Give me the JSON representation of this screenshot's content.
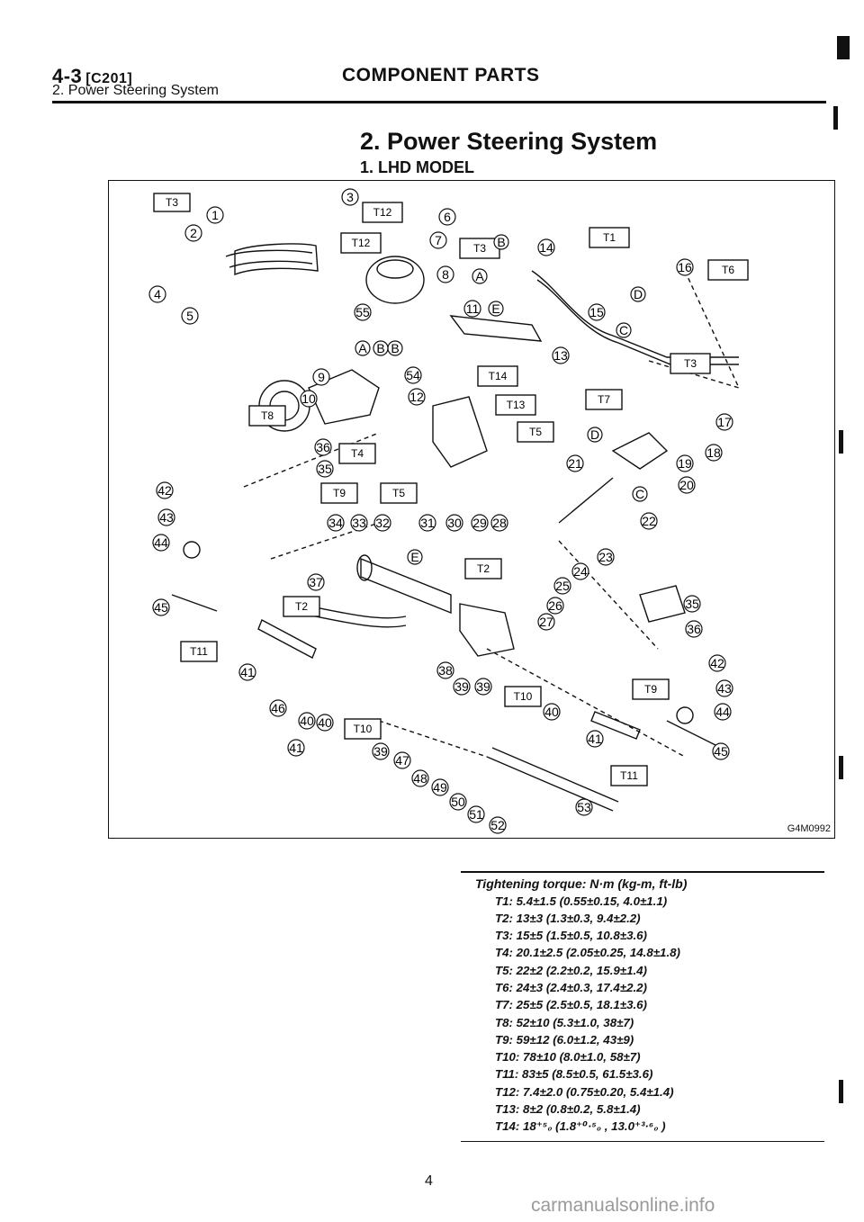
{
  "header": {
    "section": "4-3",
    "code": "[C201]",
    "title": "COMPONENT PARTS",
    "subtitle": "2. Power Steering System"
  },
  "main_title": "2. Power Steering System",
  "model_title": "1. LHD MODEL",
  "diagram": {
    "code": "G4M0992",
    "torque_boxes": [
      {
        "label": "T3"
      },
      {
        "label": "T12"
      },
      {
        "label": "T12"
      },
      {
        "label": "T3"
      },
      {
        "label": "T1"
      },
      {
        "label": "T6"
      },
      {
        "label": "T14"
      },
      {
        "label": "T13"
      },
      {
        "label": "T3"
      },
      {
        "label": "T7"
      },
      {
        "label": "T8"
      },
      {
        "label": "T5"
      },
      {
        "label": "T4"
      },
      {
        "label": "T9"
      },
      {
        "label": "T5"
      },
      {
        "label": "T2"
      },
      {
        "label": "T2"
      },
      {
        "label": "T11"
      },
      {
        "label": "T10"
      },
      {
        "label": "T10"
      },
      {
        "label": "T9"
      },
      {
        "label": "T11"
      }
    ],
    "callouts": [
      {
        "n": "1"
      },
      {
        "n": "2"
      },
      {
        "n": "3"
      },
      {
        "n": "4"
      },
      {
        "n": "5"
      },
      {
        "n": "6"
      },
      {
        "n": "7"
      },
      {
        "n": "8"
      },
      {
        "n": "9"
      },
      {
        "n": "10"
      },
      {
        "n": "11"
      },
      {
        "n": "12"
      },
      {
        "n": "13"
      },
      {
        "n": "14"
      },
      {
        "n": "15"
      },
      {
        "n": "16"
      },
      {
        "n": "17"
      },
      {
        "n": "18"
      },
      {
        "n": "19"
      },
      {
        "n": "20"
      },
      {
        "n": "21"
      },
      {
        "n": "22"
      },
      {
        "n": "23"
      },
      {
        "n": "24"
      },
      {
        "n": "25"
      },
      {
        "n": "26"
      },
      {
        "n": "27"
      },
      {
        "n": "28"
      },
      {
        "n": "29"
      },
      {
        "n": "30"
      },
      {
        "n": "31"
      },
      {
        "n": "32"
      },
      {
        "n": "33"
      },
      {
        "n": "34"
      },
      {
        "n": "35"
      },
      {
        "n": "36"
      },
      {
        "n": "37"
      },
      {
        "n": "38"
      },
      {
        "n": "39"
      },
      {
        "n": "40"
      },
      {
        "n": "41"
      },
      {
        "n": "42"
      },
      {
        "n": "43"
      },
      {
        "n": "44"
      },
      {
        "n": "45"
      },
      {
        "n": "46"
      },
      {
        "n": "47"
      },
      {
        "n": "48"
      },
      {
        "n": "49"
      },
      {
        "n": "50"
      },
      {
        "n": "51"
      },
      {
        "n": "52"
      },
      {
        "n": "53"
      },
      {
        "n": "54"
      },
      {
        "n": "55"
      },
      {
        "n": "35"
      },
      {
        "n": "36"
      },
      {
        "n": "42"
      },
      {
        "n": "43"
      },
      {
        "n": "44"
      },
      {
        "n": "45"
      },
      {
        "n": "40"
      },
      {
        "n": "41"
      },
      {
        "n": "39"
      },
      {
        "n": "40"
      },
      {
        "n": "41"
      },
      {
        "n": "39"
      },
      {
        "n": "A"
      },
      {
        "n": "B"
      },
      {
        "n": "A"
      },
      {
        "n": "B"
      },
      {
        "n": "C"
      },
      {
        "n": "D"
      },
      {
        "n": "E"
      },
      {
        "n": "D"
      },
      {
        "n": "C"
      },
      {
        "n": "E"
      },
      {
        "n": "B"
      }
    ]
  },
  "torque": {
    "heading": "Tightening torque: N·m (kg-m, ft-lb)",
    "items": [
      "T1: 5.4±1.5 (0.55±0.15, 4.0±1.1)",
      "T2: 13±3 (1.3±0.3, 9.4±2.2)",
      "T3: 15±5 (1.5±0.5, 10.8±3.6)",
      "T4: 20.1±2.5 (2.05±0.25, 14.8±1.8)",
      "T5: 22±2 (2.2±0.2, 15.9±1.4)",
      "T6: 24±3 (2.4±0.3, 17.4±2.2)",
      "T7: 25±5 (2.5±0.5, 18.1±3.6)",
      "T8: 52±10 (5.3±1.0, 38±7)",
      "T9: 59±12 (6.0±1.2, 43±9)",
      "T10: 78±10 (8.0±1.0, 58±7)",
      "T11: 83±5 (8.5±0.5, 61.5±3.6)",
      "T12: 7.4±2.0 (0.75±0.20, 5.4±1.4)",
      "T13: 8±2 (0.8±0.2, 5.8±1.4)",
      "T14: 18⁺⁵₀ (1.8⁺⁰·⁵₀ , 13.0⁺³·⁶₀ )"
    ]
  },
  "page_number": "4",
  "watermark": "carmanualsonline.info"
}
